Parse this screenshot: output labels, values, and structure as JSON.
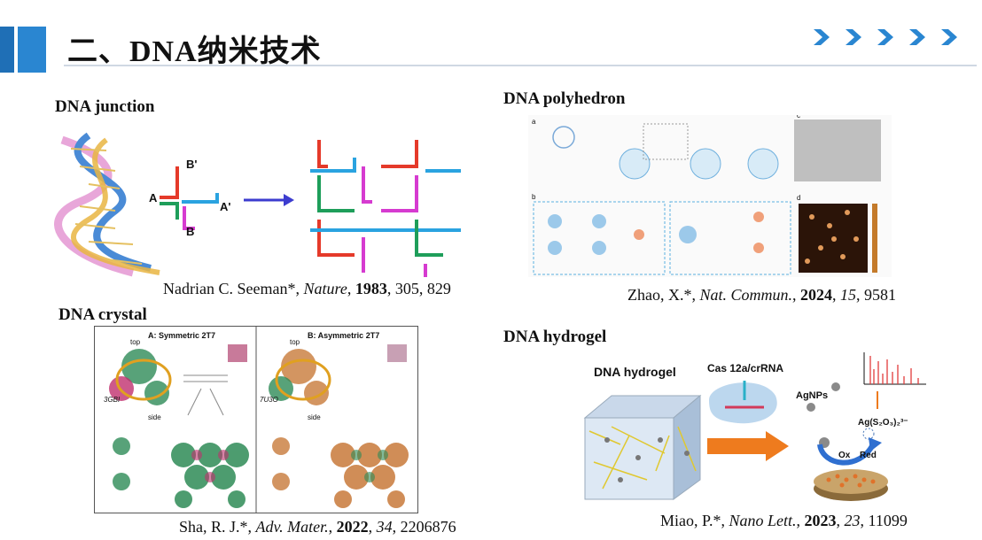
{
  "header": {
    "title": "二、DNA纳米技术",
    "accent_color": "#2a86d1",
    "chevron_count": 5
  },
  "sections": {
    "junction": {
      "title": "DNA junction",
      "cite_authors": "Nadrian C. Seeman*, ",
      "cite_journal": "Nature",
      "cite_sep1": ", ",
      "cite_year": "1983",
      "cite_rest": ", 305, 829",
      "strand_labels": [
        "B'",
        "A",
        "A'",
        "B"
      ]
    },
    "polyhedron": {
      "title": "DNA polyhedron",
      "cite_authors": "Zhao, X.*, ",
      "cite_journal": "Nat. Commun.",
      "cite_sep1": ", ",
      "cite_year": "2024",
      "cite_sep2": ", ",
      "cite_volume": "15",
      "cite_rest": ", 9581",
      "panel_letters": [
        "a",
        "b",
        "c",
        "d"
      ]
    },
    "crystal": {
      "title": "DNA crystal",
      "cite_authors": "Sha, R. J.*, ",
      "cite_journal": "Adv. Mater.",
      "cite_sep1": ", ",
      "cite_year": "2022",
      "cite_sep2": ", ",
      "cite_volume": "34",
      "cite_rest": ", 2206876",
      "panel_a": "A: Symmetric 2T7",
      "panel_b": "B: Asymmetric 2T7",
      "pdb_a": "3GBI",
      "pdb_b": "7U3O",
      "view_top": "top",
      "view_side": "side"
    },
    "hydrogel": {
      "title": "DNA hydrogel",
      "cite_authors": "Miao, P.*, ",
      "cite_journal": "Nano Lett.",
      "cite_sep1": ", ",
      "cite_year": "2023",
      "cite_sep2": ", ",
      "cite_volume": "23",
      "cite_rest": ", 11099",
      "label_hydrogel": "DNA hydrogel",
      "label_cas": "Cas 12a/crRNA",
      "label_agnps": "AgNPs",
      "label_complex": "Ag(S₂O₃)₂³⁻",
      "label_ox": "Ox",
      "label_red": "Red"
    }
  }
}
